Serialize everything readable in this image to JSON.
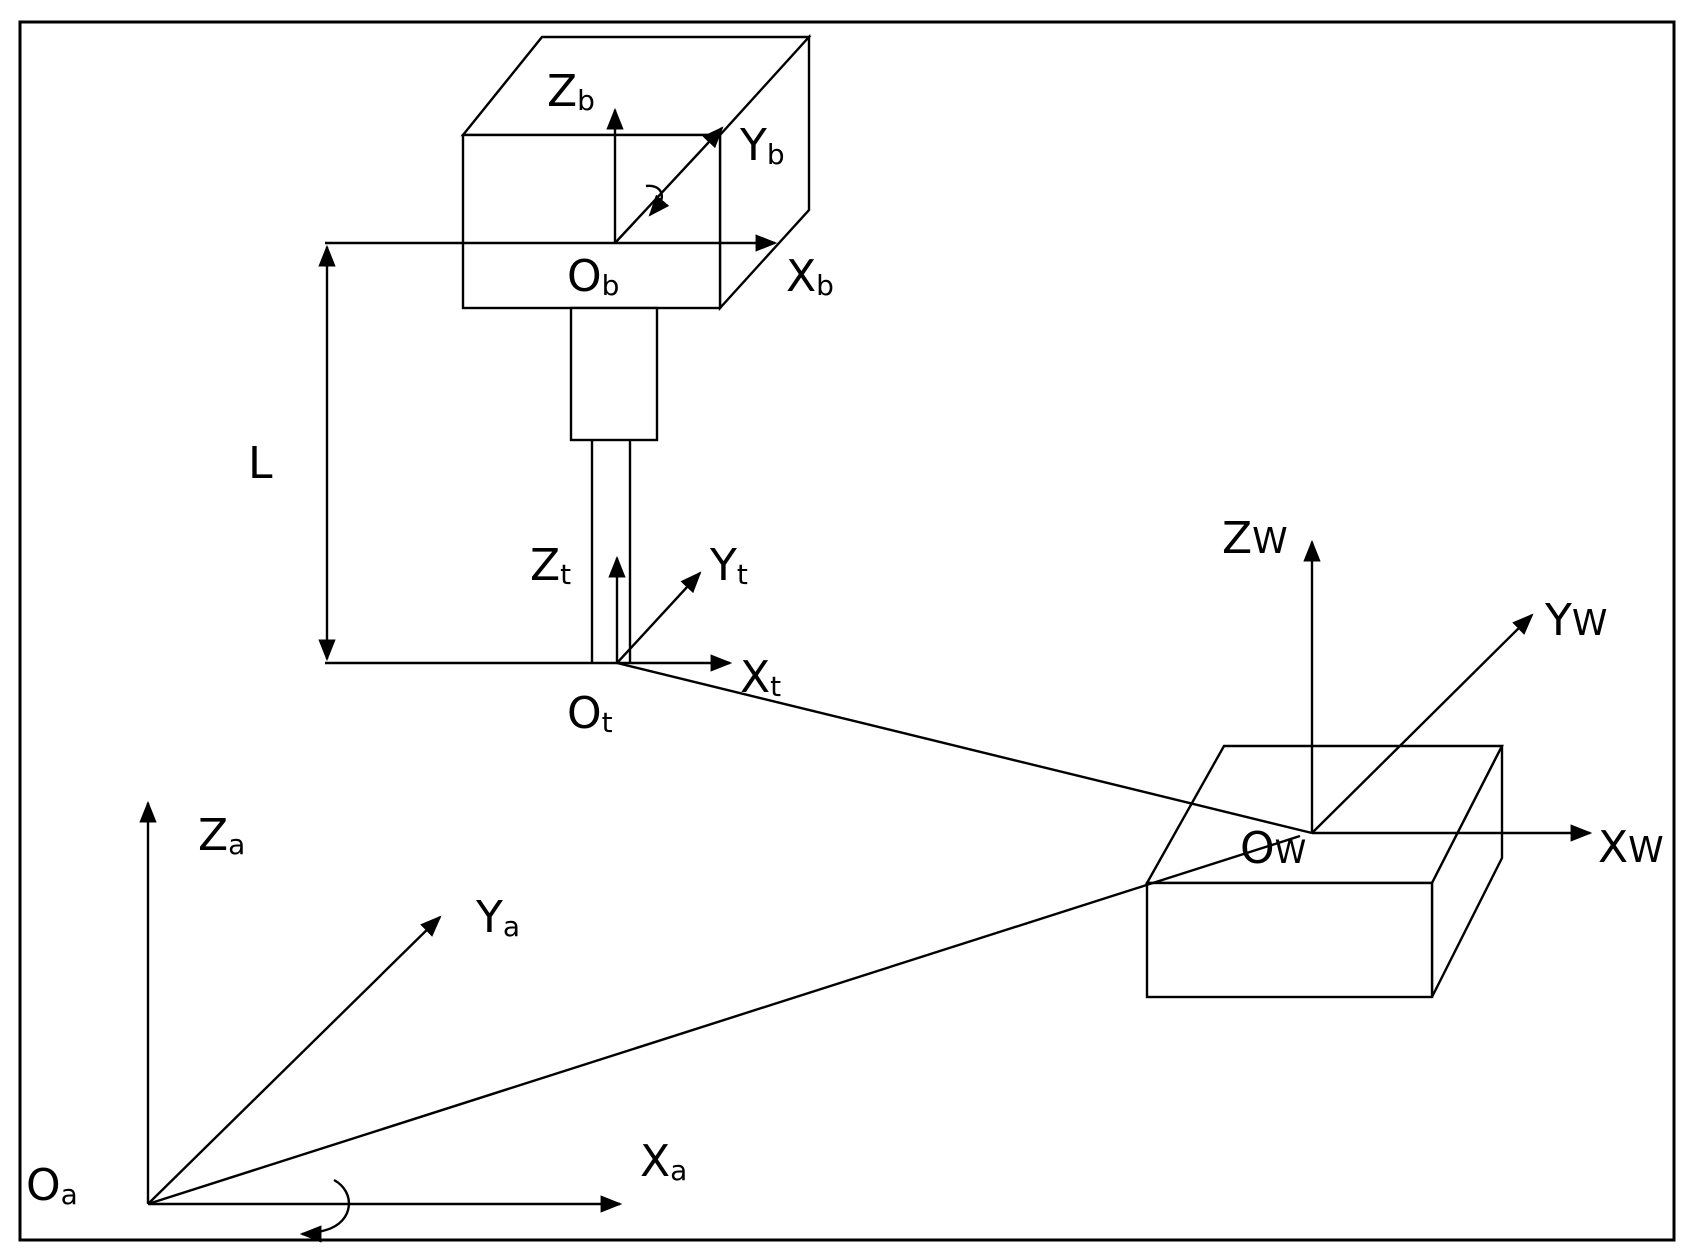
{
  "labels": {
    "Ob": {
      "main": "O",
      "sub": "b"
    },
    "Xb": {
      "main": "X",
      "sub": "b"
    },
    "Yb": {
      "main": "Y",
      "sub": "b"
    },
    "Zb": {
      "main": "Z",
      "sub": "b"
    },
    "Ot": {
      "main": "O",
      "sub": "t"
    },
    "Xt": {
      "main": "X",
      "sub": "t"
    },
    "Yt": {
      "main": "Y",
      "sub": "t"
    },
    "Zt": {
      "main": "Z",
      "sub": "t"
    },
    "Ow": {
      "main": "O",
      "sub": "W"
    },
    "Xw": {
      "main": "X",
      "sub": "W"
    },
    "Yw": {
      "main": "Y",
      "sub": "W"
    },
    "Zw": {
      "main": "Z",
      "sub": "W"
    },
    "Oa": {
      "main": "O",
      "sub": "a"
    },
    "Xa": {
      "main": "X",
      "sub": "a"
    },
    "Ya": {
      "main": "Y",
      "sub": "a"
    },
    "Za": {
      "main": "Z",
      "sub": "a"
    },
    "L": {
      "main": "L"
    }
  }
}
